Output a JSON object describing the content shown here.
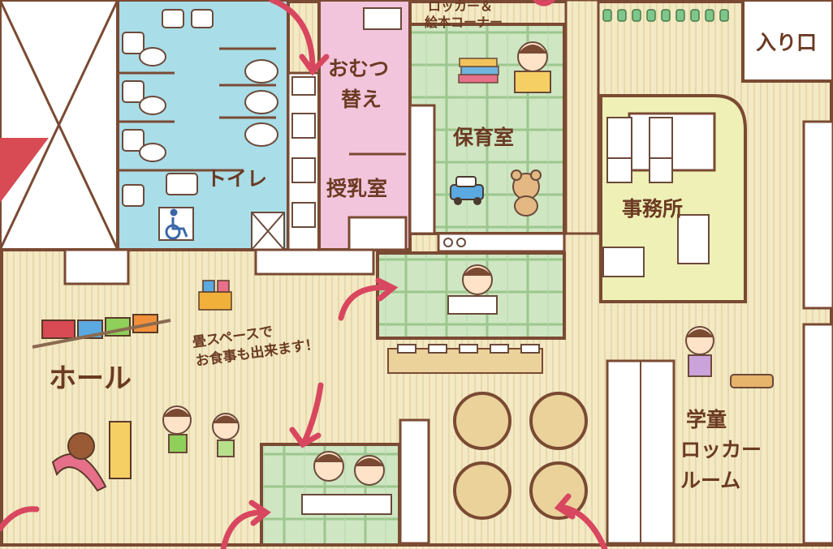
{
  "labels": {
    "entrance": "入り口",
    "locker_picture_book_line1": "ロッカー＆",
    "locker_picture_book_line2": "絵本コーナー",
    "diaper_line1": "おむつ",
    "diaper_line2": "替え",
    "nursery": "保育室",
    "toilet": "トイレ",
    "nursing_room": "授乳室",
    "office": "事務所",
    "hall": "ホール",
    "tatami_note_line1": "畳スペースで",
    "tatami_note_line2": "お食事も出来ます！",
    "after_school_line1": "学童",
    "after_school_line2": "ロッカー",
    "after_school_line3": "ルーム"
  },
  "colors": {
    "floor": "#f3e9c4",
    "floor_stripe": "#e6d6a6",
    "wall": "#7a4a33",
    "toilet_room": "#a9dde8",
    "nursing_room": "#f2c5dc",
    "tatami": "#cfe6c3",
    "tatami_line": "#8fbf82",
    "office": "#eef0b6",
    "arrow": "#d8475f",
    "table": "#ead29a"
  }
}
